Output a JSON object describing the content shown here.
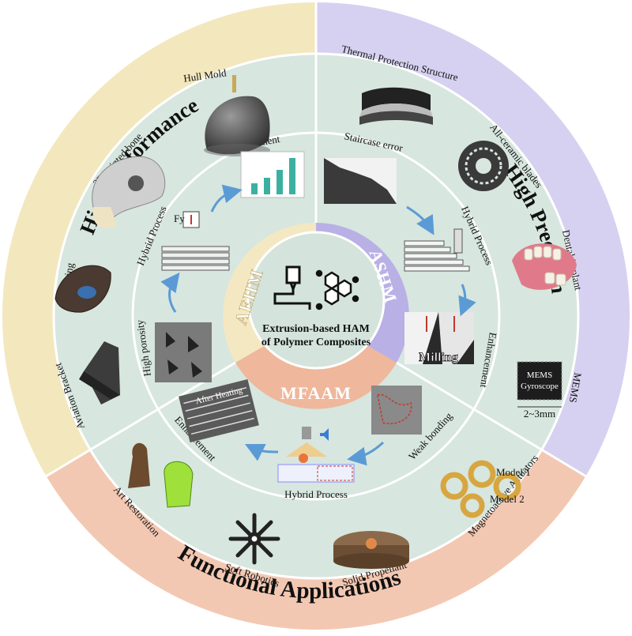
{
  "center": {
    "title_line1": "Extrusion-based HAM",
    "title_line2": "of Polymer Composites"
  },
  "sectors": {
    "aehm": "AEHM",
    "ashm": "ASHM",
    "mfaam": "MFAAM"
  },
  "outer_titles": {
    "high_performance": "High Performance",
    "high_precision": "High Precision",
    "functional_applications": "Functional Applications"
  },
  "applications": {
    "hull_mold": "Hull Mold",
    "printed_bone": "3D-printed bone",
    "fairing": "Fairing",
    "aviation_bracket": "Aviation Bracket",
    "thermal_protection": "Thermal Protection Structure",
    "ceramic_blades": "All-ceramic blades",
    "dental_implant": "Dental implant",
    "mems": "MEMS",
    "art_restoration": "Art Restoration",
    "soft_robotics": "Soft Robotics",
    "solid_propellant": "Solid Propellant",
    "magnetoactive": "Magnetoactive Actuators"
  },
  "process_labels": {
    "aehm_enhancement": "Enhancement",
    "aehm_hybrid": "Hybrid Process",
    "aehm_porosity": "High porosity",
    "ashm_staircase": "Staircase error",
    "ashm_hybrid": "Hybrid Process",
    "ashm_enhancement": "Enhancement",
    "mfaam_weak": "Weak bonding",
    "mfaam_hybrid": "Hybrid Process",
    "mfaam_enhancement": "Enhancement"
  },
  "image_captions": {
    "milling": "Milling",
    "after_heating": "After Heating",
    "mems_chip_line1": "MEMS",
    "mems_chip_line2": "Gyroscope",
    "mems_scale": "2~3mm",
    "model1": "Model 1",
    "model2": "Model 2",
    "force": "Fy"
  },
  "colors": {
    "high_performance": "#f3e7bd",
    "high_precision": "#d6d1f0",
    "functional": "#f3c8b2",
    "inner_ring": "#d7e6df",
    "aehm_sector": "#f4e8c2",
    "ashm_sector": "#b9b0e6",
    "mfaam_sector": "#efb79b",
    "center": "#d4e4dc",
    "arrow": "#5b9bd5"
  }
}
